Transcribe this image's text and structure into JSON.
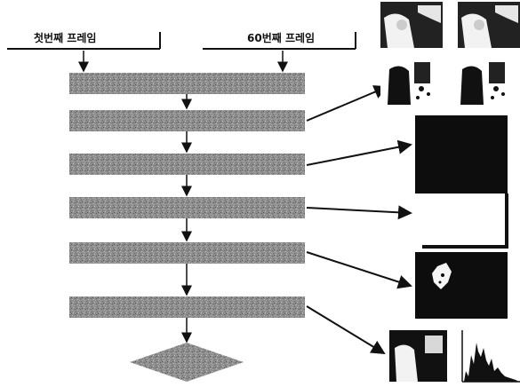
{
  "labels": {
    "first_frame": "첫번째 프레임",
    "frame_60": "60번째 프레임"
  },
  "colors": {
    "process_box": "#8c8c8c",
    "ink": "#111111",
    "background": "#ffffff"
  },
  "flow": {
    "process_step_count": 6,
    "terminal_shape": "diamond",
    "outputs": [
      "two-frame-pair-images",
      "dark-region-image",
      "threshold-bracket-image",
      "blob-image",
      "frame-and-histogram-images"
    ]
  }
}
